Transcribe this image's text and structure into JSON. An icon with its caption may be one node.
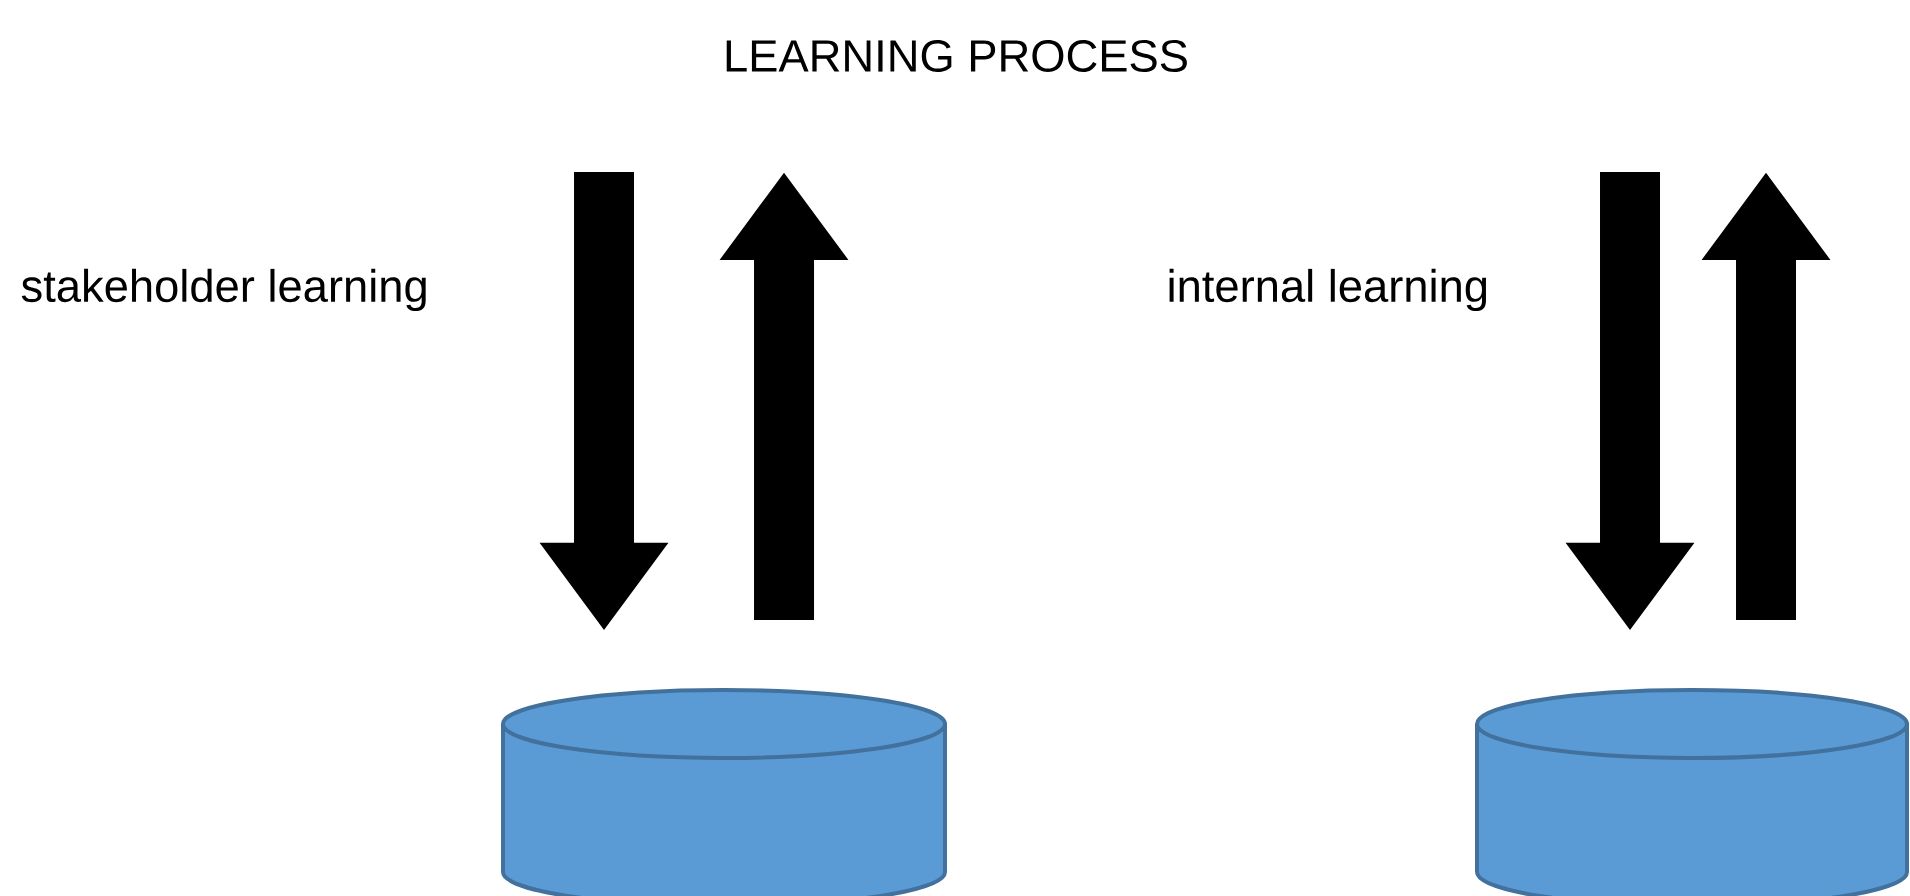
{
  "diagram": {
    "title": "LEARNING PROCESS",
    "nodes": [
      {
        "text": [],
        "shape": "cylinder"
      },
      {
        "text": [],
        "shape": "cylinder"
      }
    ],
    "edges": [
      {
        "from": null,
        "to": 0,
        "arrow": "to"
      },
      {
        "from": 0,
        "to": null,
        "arrow": "to"
      },
      {
        "from": null,
        "to": 1,
        "arrow": "to"
      },
      {
        "from": 1,
        "to": null,
        "arrow": "to"
      }
    ],
    "labels": [
      "stakeholder learning",
      "internal learning"
    ]
  }
}
